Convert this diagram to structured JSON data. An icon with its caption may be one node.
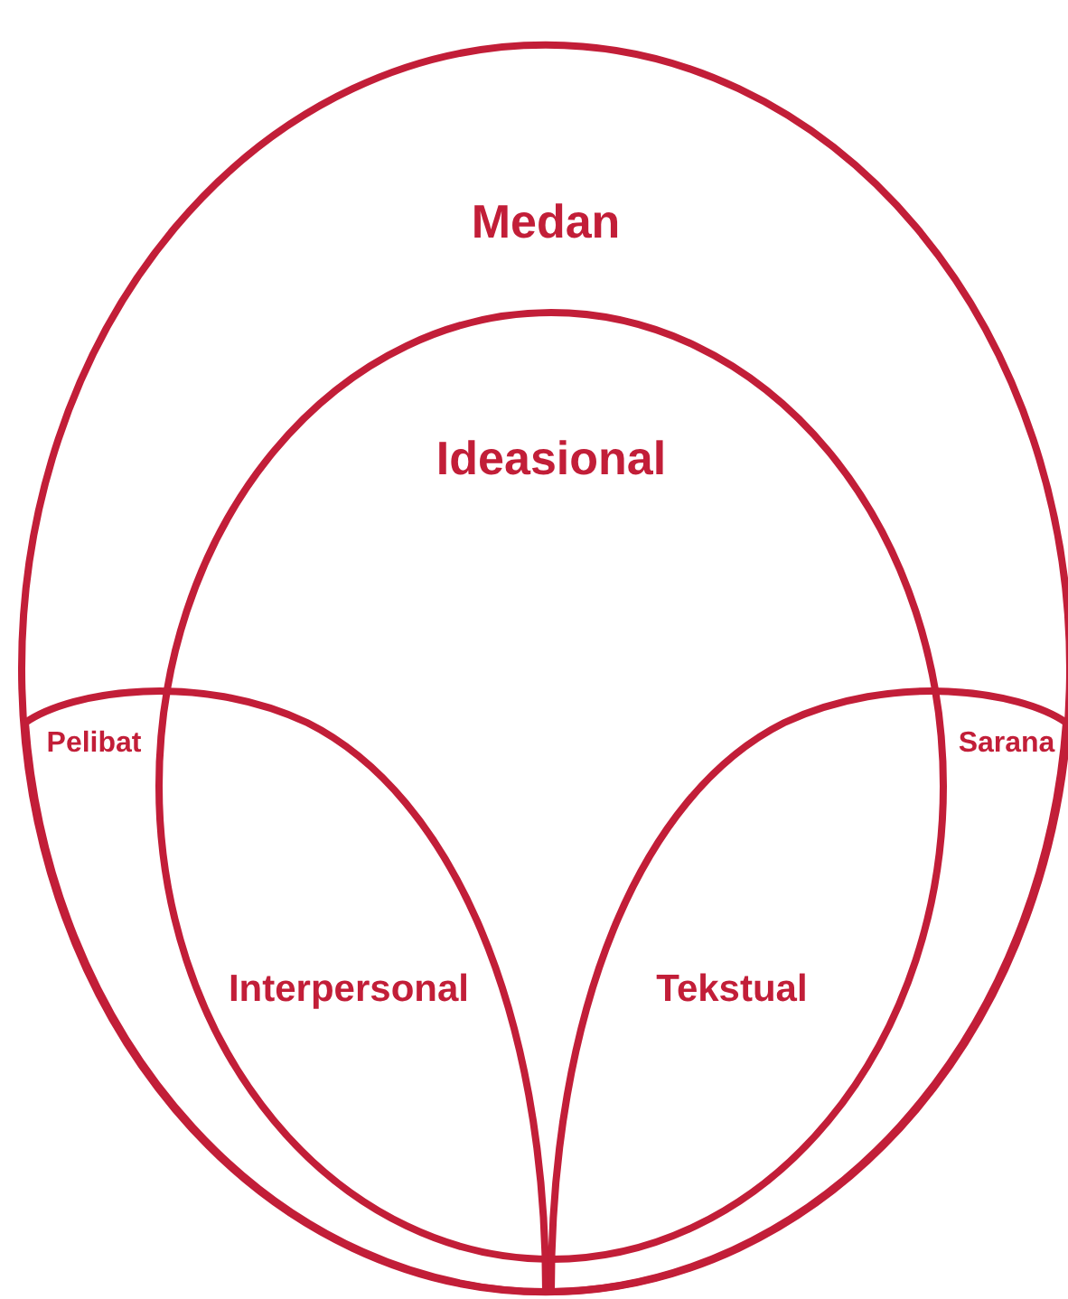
{
  "diagram": {
    "nodes": [
      {
        "text": [
          "Medan"
        ]
      },
      {
        "text": [
          "Ideasional"
        ],
        "in": 0
      },
      {
        "text": [
          "Pelibat",
          "Interpersonal"
        ],
        "in": 0
      },
      {
        "text": [
          "Sarana",
          "Tekstual"
        ],
        "in": 0
      }
    ],
    "edges": []
  }
}
